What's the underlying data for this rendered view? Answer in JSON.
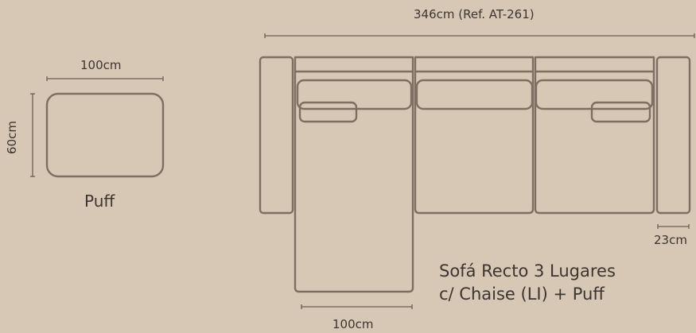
{
  "sofa": {
    "total_width_label": "346cm (Ref. AT-261)",
    "armrest_width_label": "23cm",
    "chaise_width_label": "100cm",
    "title_line1": "Sofá Recto 3 Lugares",
    "title_line2": "c/ Chaise (LI) + Puff"
  },
  "puff": {
    "width_label": "100cm",
    "depth_label": "60cm",
    "name": "Puff"
  },
  "colors": {
    "background": "#d7c7b5",
    "outline": "#7e6f62",
    "dimension_line": "#6a5f55",
    "text": "#3d3530"
  }
}
